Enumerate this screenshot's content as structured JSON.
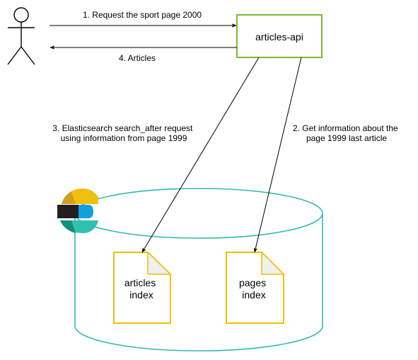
{
  "colors": {
    "line": "#000000",
    "api_border": "#77bb33",
    "database": "#33bbaa",
    "document": "#f0c000",
    "doc_fold": "#f0f0f0",
    "logo_yellow": "#f0c010",
    "logo_blue": "#10a0e0",
    "logo_teal": "#30c0b0",
    "logo_dark_teal": "#109080",
    "logo_gold": "#d0a020",
    "logo_black": "#231f20"
  },
  "icons": {
    "actor": "user-icon",
    "logo": "elasticsearch-logo-icon",
    "database": "database-cylinder-icon",
    "document": "document-icon"
  },
  "nodes": {
    "api": {
      "label": "articles-api"
    },
    "articles_index": {
      "line1": "articles",
      "line2": "index"
    },
    "pages_index": {
      "line1": "pages",
      "line2": "index"
    }
  },
  "edges": {
    "request": "1. Request the sport page 2000",
    "info_line1": "2. Get information about the",
    "info_line2": "page 1999 last article",
    "search_line1": "3. Elasticsearch search_after request",
    "search_line2": "using information from page 1999",
    "articles": "4. Articles"
  }
}
